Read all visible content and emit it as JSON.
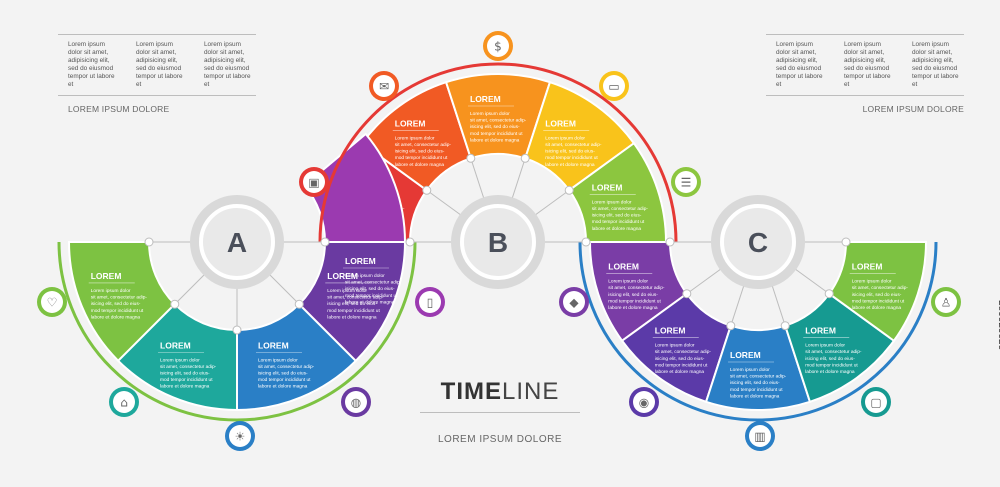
{
  "title": {
    "bold": "TIME",
    "light": "LINE",
    "subtitle": "LOREM IPSUM DOLORE"
  },
  "corner_left": {
    "columns": [
      "Lorem ipsum dolor sit amet, adipisicing elit, sed do eiusmod tempor ut labore et",
      "Lorem ipsum dolor sit amet, adipisicing elit, sed do eiusmod tempor ut labore et",
      "Lorem ipsum dolor sit amet, adipisicing elit, sed do eiusmod tempor ut labore et"
    ],
    "caption": "LOREM IPSUM DOLORE"
  },
  "corner_right": {
    "columns": [
      "Lorem ipsum dolor sit amet, adipisicing elit, sed do eiusmod tempor ut labore et",
      "Lorem ipsum dolor sit amet, adipisicing elit, sed do eiusmod tempor ut labore et",
      "Lorem ipsum dolor sit amet, adipisicing elit, sed do eiusmod tempor ut labore et"
    ],
    "caption": "LOREM IPSUM DOLORE"
  },
  "segment_heading": "LOREM",
  "segment_body": [
    "Lorem ipsum dolor",
    "sit amet, consectetur adip-",
    "isicing elit, sed do eius-",
    "mod tempor incididunt ut",
    "labore et dolore magna"
  ],
  "hubs": [
    "A",
    "B",
    "C"
  ],
  "segment_colors": {
    "A": [
      "#7dc242",
      "#1ea89c",
      "#2a7fc6",
      "#6a3aa1"
    ],
    "B": [
      "#e53935",
      "#f15a24",
      "#f7931e",
      "#f9c31b",
      "#8cc63f"
    ],
    "C": [
      "#7a3da6",
      "#5b3aa8",
      "#2a7fc6",
      "#169a91",
      "#7dc242"
    ],
    "B_bottom": "#9b3ab0"
  },
  "icons": [
    "heart-icon",
    "home-icon",
    "lightbulb-icon",
    "basketball-icon",
    "smartphone-icon",
    "briefcase-icon",
    "envelope-icon",
    "dollar-icon",
    "card-icon",
    "document-icon",
    "graduation-cap-icon",
    "signal-icon",
    "bar-chart-icon",
    "chat-icon",
    "person-icon"
  ],
  "stock_id": "373273287"
}
